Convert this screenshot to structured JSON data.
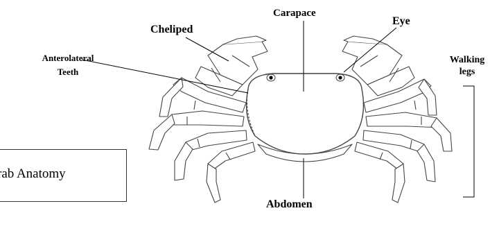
{
  "diagram": {
    "labels": {
      "cheliped": "Cheliped",
      "carapace": "Carapace",
      "eye": "Eye",
      "anterolateral_line1": "Anterolateral",
      "anterolateral_line2": "Teeth",
      "walking_line1": "Walking",
      "walking_line2": "legs",
      "abdomen": "Abdomen"
    },
    "caption": "rab Anatomy",
    "colors": {
      "ink": "#000000",
      "outline": "#444444",
      "background": "#ffffff"
    }
  }
}
